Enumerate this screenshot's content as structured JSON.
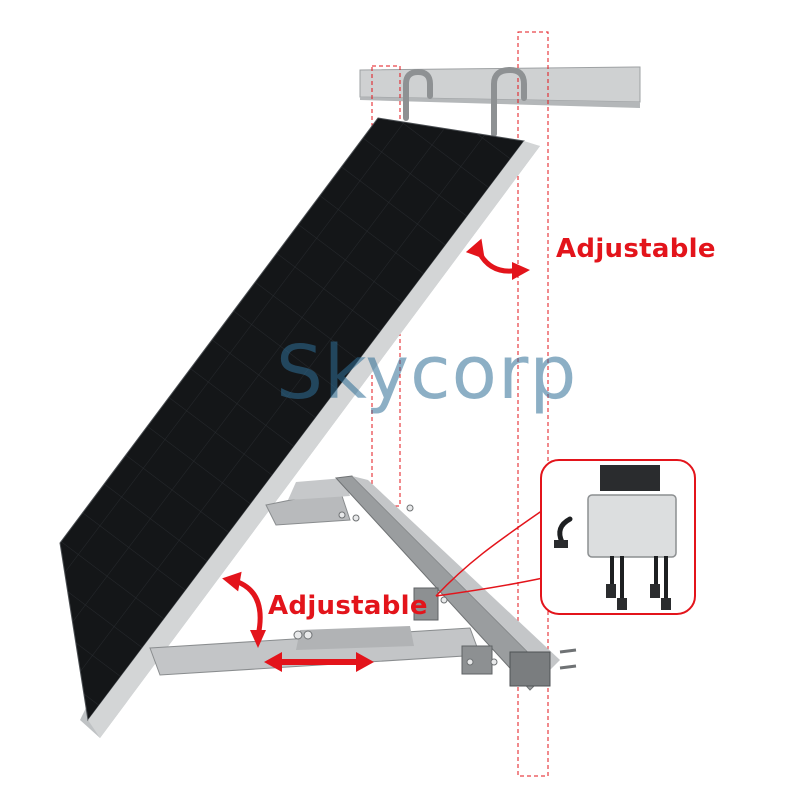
{
  "labels": {
    "top_adjustable": "Adjustable",
    "bottom_adjustable": "Adjustable"
  },
  "watermark": {
    "text": "Skycorp"
  },
  "colors": {
    "accent_red": "#e3141b",
    "panel_dark": "#111315",
    "frame_silver": "#c9ccce",
    "bracket_gray": "#a6a8aa",
    "watermark_blue": "#2f6e96"
  },
  "icons": {
    "curved_arrow_top": "curved-double-arrow",
    "curved_arrow_bottom": "curved-double-arrow",
    "horizontal_arrow": "horizontal-double-arrow"
  }
}
